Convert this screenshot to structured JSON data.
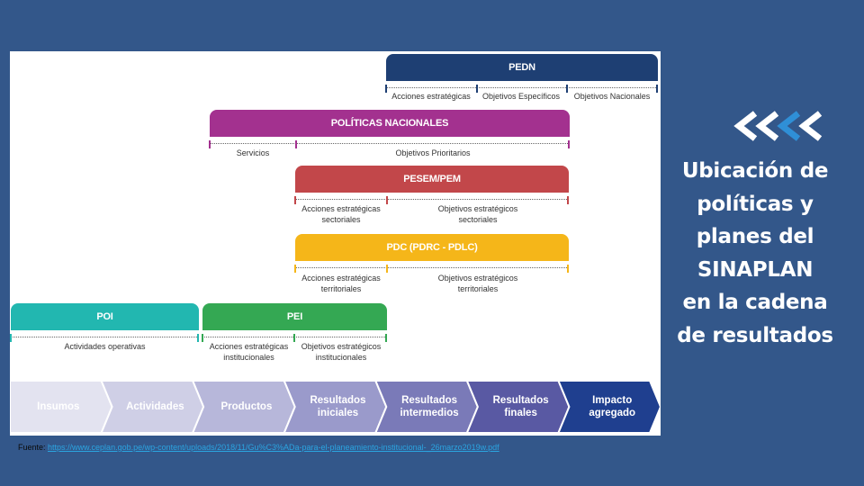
{
  "title": "Ubicación de políticas y planes del SINAPLAN en la cadena de resultados",
  "title_lines": [
    "Ubicación de",
    "políticas y",
    "planes del",
    "SINAPLAN",
    "en la cadena",
    "de resultados"
  ],
  "source": {
    "label": "Fuente: ",
    "url": "https://www.ceplan.gob.pe/wp-content/uploads/2018/11/Gu%C3%ADa-para-el-planeamiento-institucional-_26marzo2019w.pdf"
  },
  "colors": {
    "pedn": "#1e3f73",
    "politicas": "#a3318f",
    "pesem": "#c2474a",
    "pdc": "#f5b619",
    "poi": "#22b7b0",
    "pei": "#34a853"
  },
  "bars": {
    "pedn": {
      "name": "PEDN",
      "labels": [
        "Acciones estratégicas",
        "Objetivos Específicos",
        "Objetivos Nacionales"
      ]
    },
    "politicas": {
      "name": "POLÍTICAS NACIONALES",
      "labels": [
        "Servicios",
        "Objetivos Prioritarios"
      ]
    },
    "pesem": {
      "name": "PESEM/PEM",
      "labels": [
        "Acciones estratégicas\nsectoriales",
        "Objetivos estratégicos\nsectoriales"
      ]
    },
    "pdc": {
      "name": "PDC (PDRC - PDLC)",
      "labels": [
        "Acciones estratégicas\nterritoriales",
        "Objetivos estratégicos\nterritoriales"
      ]
    },
    "poi": {
      "name": "POI",
      "labels": [
        "Actividades operativas"
      ]
    },
    "pei": {
      "name": "PEI",
      "labels": [
        "Acciones estratégicas\ninstitucionales",
        "Objetivos estratégicos\ninstitucionales"
      ]
    }
  },
  "flow": [
    {
      "label": "Insumos",
      "color": "#e3e3f0"
    },
    {
      "label": "Actividades",
      "color": "#cfcfe6"
    },
    {
      "label": "Productos",
      "color": "#b7b7da"
    },
    {
      "label": "Resultados\niniciales",
      "color": "#9a9acb"
    },
    {
      "label": "Resultados\nintermedios",
      "color": "#7a7ab8"
    },
    {
      "label": "Resultados\nfinales",
      "color": "#5959a3"
    },
    {
      "label": "Impacto\nagregado",
      "color": "#1f3f8f"
    }
  ]
}
